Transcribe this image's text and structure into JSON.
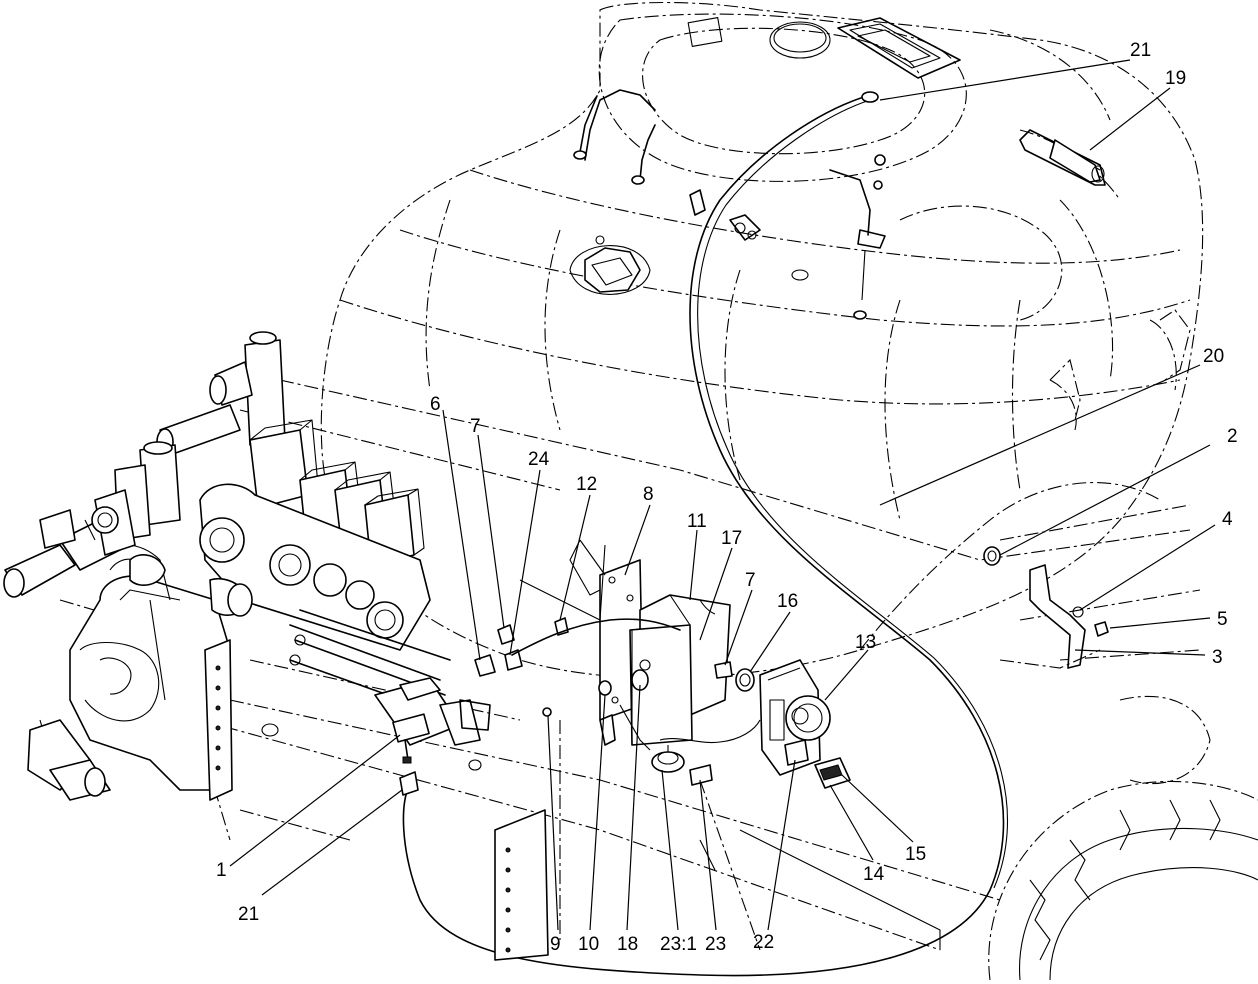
{
  "diagram": {
    "callouts": [
      {
        "id": "c21top",
        "label": "21"
      },
      {
        "id": "c19",
        "label": "19"
      },
      {
        "id": "c20",
        "label": "20"
      },
      {
        "id": "c2",
        "label": "2"
      },
      {
        "id": "c4",
        "label": "4"
      },
      {
        "id": "c5",
        "label": "5"
      },
      {
        "id": "c3",
        "label": "3"
      },
      {
        "id": "c6",
        "label": "6"
      },
      {
        "id": "c7a",
        "label": "7"
      },
      {
        "id": "c24",
        "label": "24"
      },
      {
        "id": "c12",
        "label": "12"
      },
      {
        "id": "c8",
        "label": "8"
      },
      {
        "id": "c11",
        "label": "11"
      },
      {
        "id": "c17",
        "label": "17"
      },
      {
        "id": "c7b",
        "label": "7"
      },
      {
        "id": "c16",
        "label": "16"
      },
      {
        "id": "c13",
        "label": "13"
      },
      {
        "id": "c1",
        "label": "1"
      },
      {
        "id": "c21bot",
        "label": "21"
      },
      {
        "id": "c9",
        "label": "9"
      },
      {
        "id": "c10",
        "label": "10"
      },
      {
        "id": "c18",
        "label": "18"
      },
      {
        "id": "c231",
        "label": "23:1"
      },
      {
        "id": "c23",
        "label": "23"
      },
      {
        "id": "c22",
        "label": "22"
      },
      {
        "id": "c14",
        "label": "14"
      },
      {
        "id": "c15",
        "label": "15"
      }
    ]
  }
}
